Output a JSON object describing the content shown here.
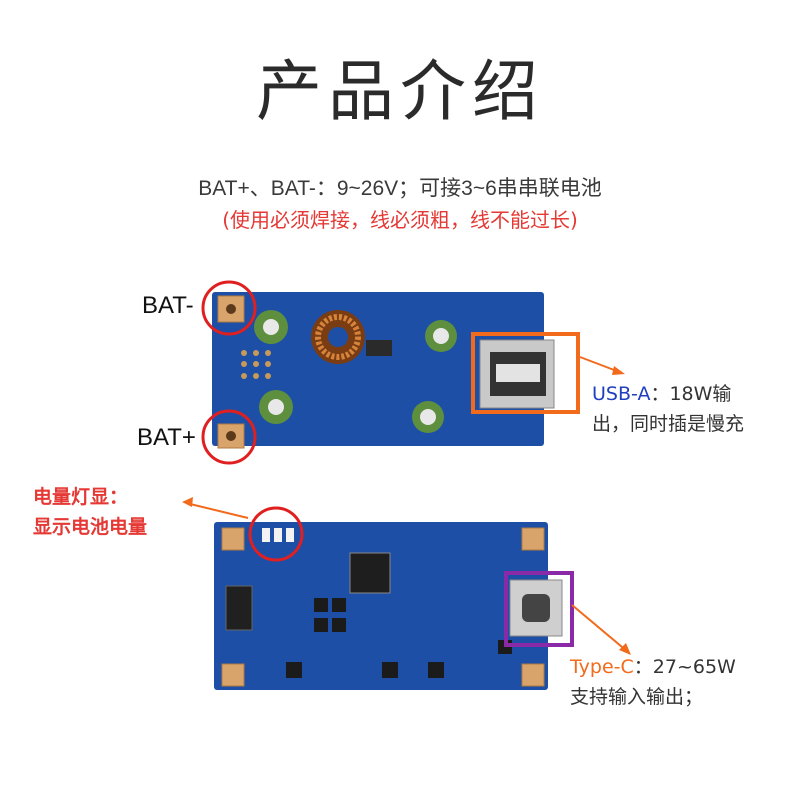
{
  "title": "产品介绍",
  "spec_line": "BAT+、BAT-：9~26V；可接3~6串串联电池",
  "warning_line": "(使用必须焊接，线必须粗，线不能过长)",
  "labels": {
    "bat_minus": "BAT-",
    "bat_plus": "BAT+",
    "usb_a_name": "USB-A",
    "usb_a_desc_1": "：18W输",
    "usb_a_desc_2": "出，同时插是慢充",
    "led_1": "电量灯显：",
    "led_2": "显示电池电量",
    "type_c_name": "Type-C",
    "type_c_desc_1": "：27~65W",
    "type_c_desc_2": "支持输入输出；"
  },
  "colors": {
    "board": "#1d4fa6",
    "circle_red": "#e02020",
    "usb_box": "#f26a1b",
    "typec_box": "#8a2aa8",
    "text_dark": "#333333",
    "text_blue": "#1f3fbf",
    "text_orange": "#f26a1b",
    "text_red": "#e53935"
  }
}
